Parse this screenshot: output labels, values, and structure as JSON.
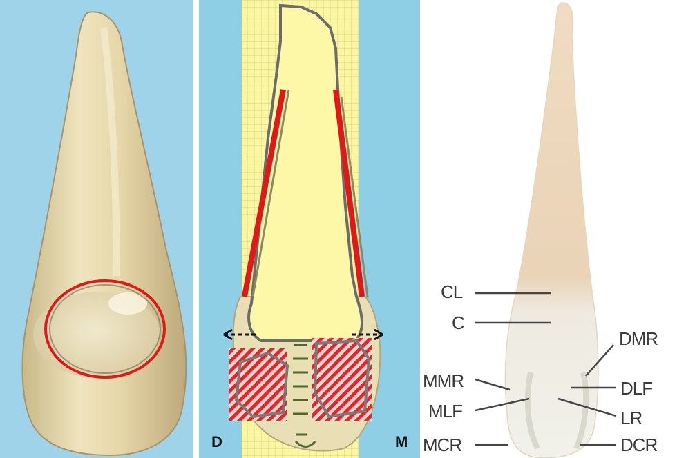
{
  "panels": [
    {
      "id": "photo-panel"
    },
    {
      "id": "grid-panel",
      "side_labels": {
        "left": "D",
        "right": "M"
      }
    },
    {
      "id": "diagram-panel",
      "labels": {
        "cl": "CL",
        "c": "C",
        "mmr": "MMR",
        "mlf": "MLF",
        "mcr": "MCR",
        "dmr": "DMR",
        "dlf": "DLF",
        "lr": "LR",
        "dcr": "DCR"
      }
    }
  ],
  "colors": {
    "background_blue": "#9fd3ea",
    "tooth_ivory": "#e8dcae",
    "grid_yellow": "#fbf7a0",
    "accent_red": "#e01818",
    "label_gray": "#3a3a3a"
  }
}
